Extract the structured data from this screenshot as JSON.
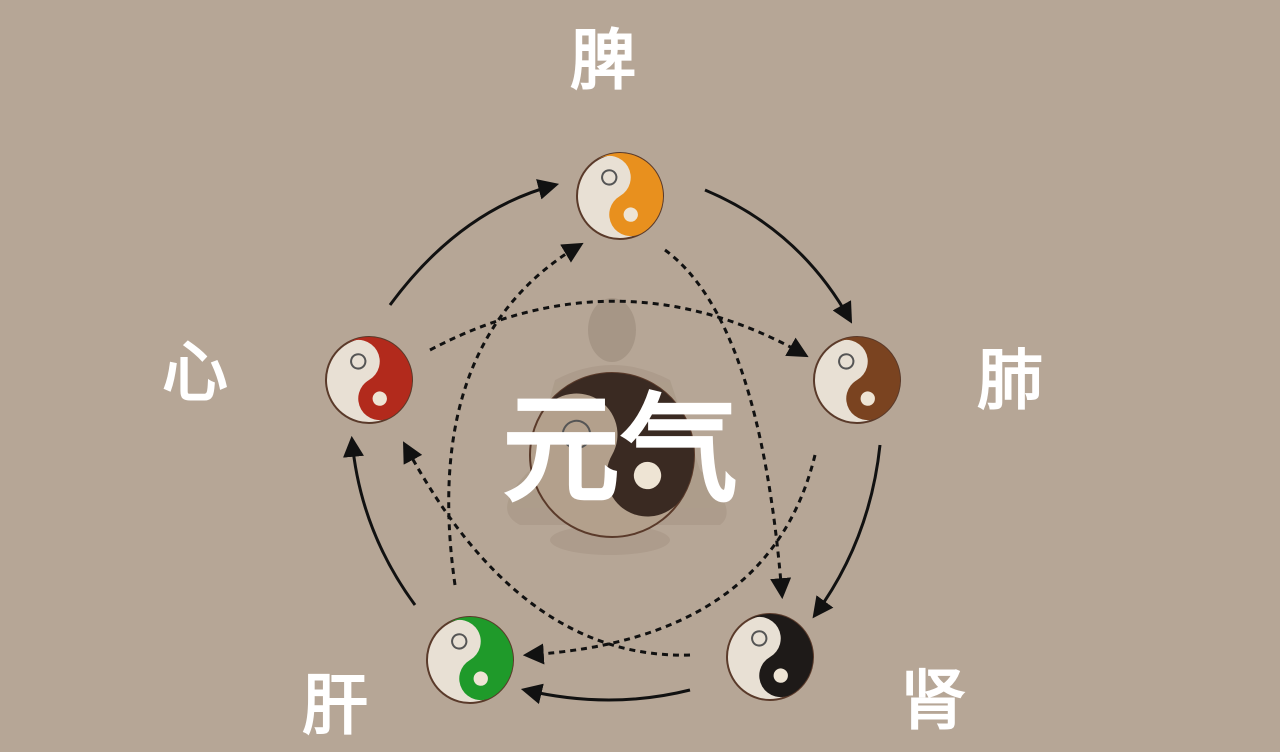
{
  "center_text": "元气",
  "organs": [
    {
      "id": "spleen",
      "label": "脾",
      "color": "#e8901e"
    },
    {
      "id": "lung",
      "label": "肺",
      "color": "#7a4320"
    },
    {
      "id": "kidney",
      "label": "肾",
      "color": "#1e1a18"
    },
    {
      "id": "liver",
      "label": "肝",
      "color": "#1f9a2a"
    },
    {
      "id": "heart",
      "label": "心",
      "color": "#b22a1c"
    }
  ],
  "colors": {
    "background": "#b6a696",
    "arrow": "#111111",
    "label": "#ffffff"
  }
}
